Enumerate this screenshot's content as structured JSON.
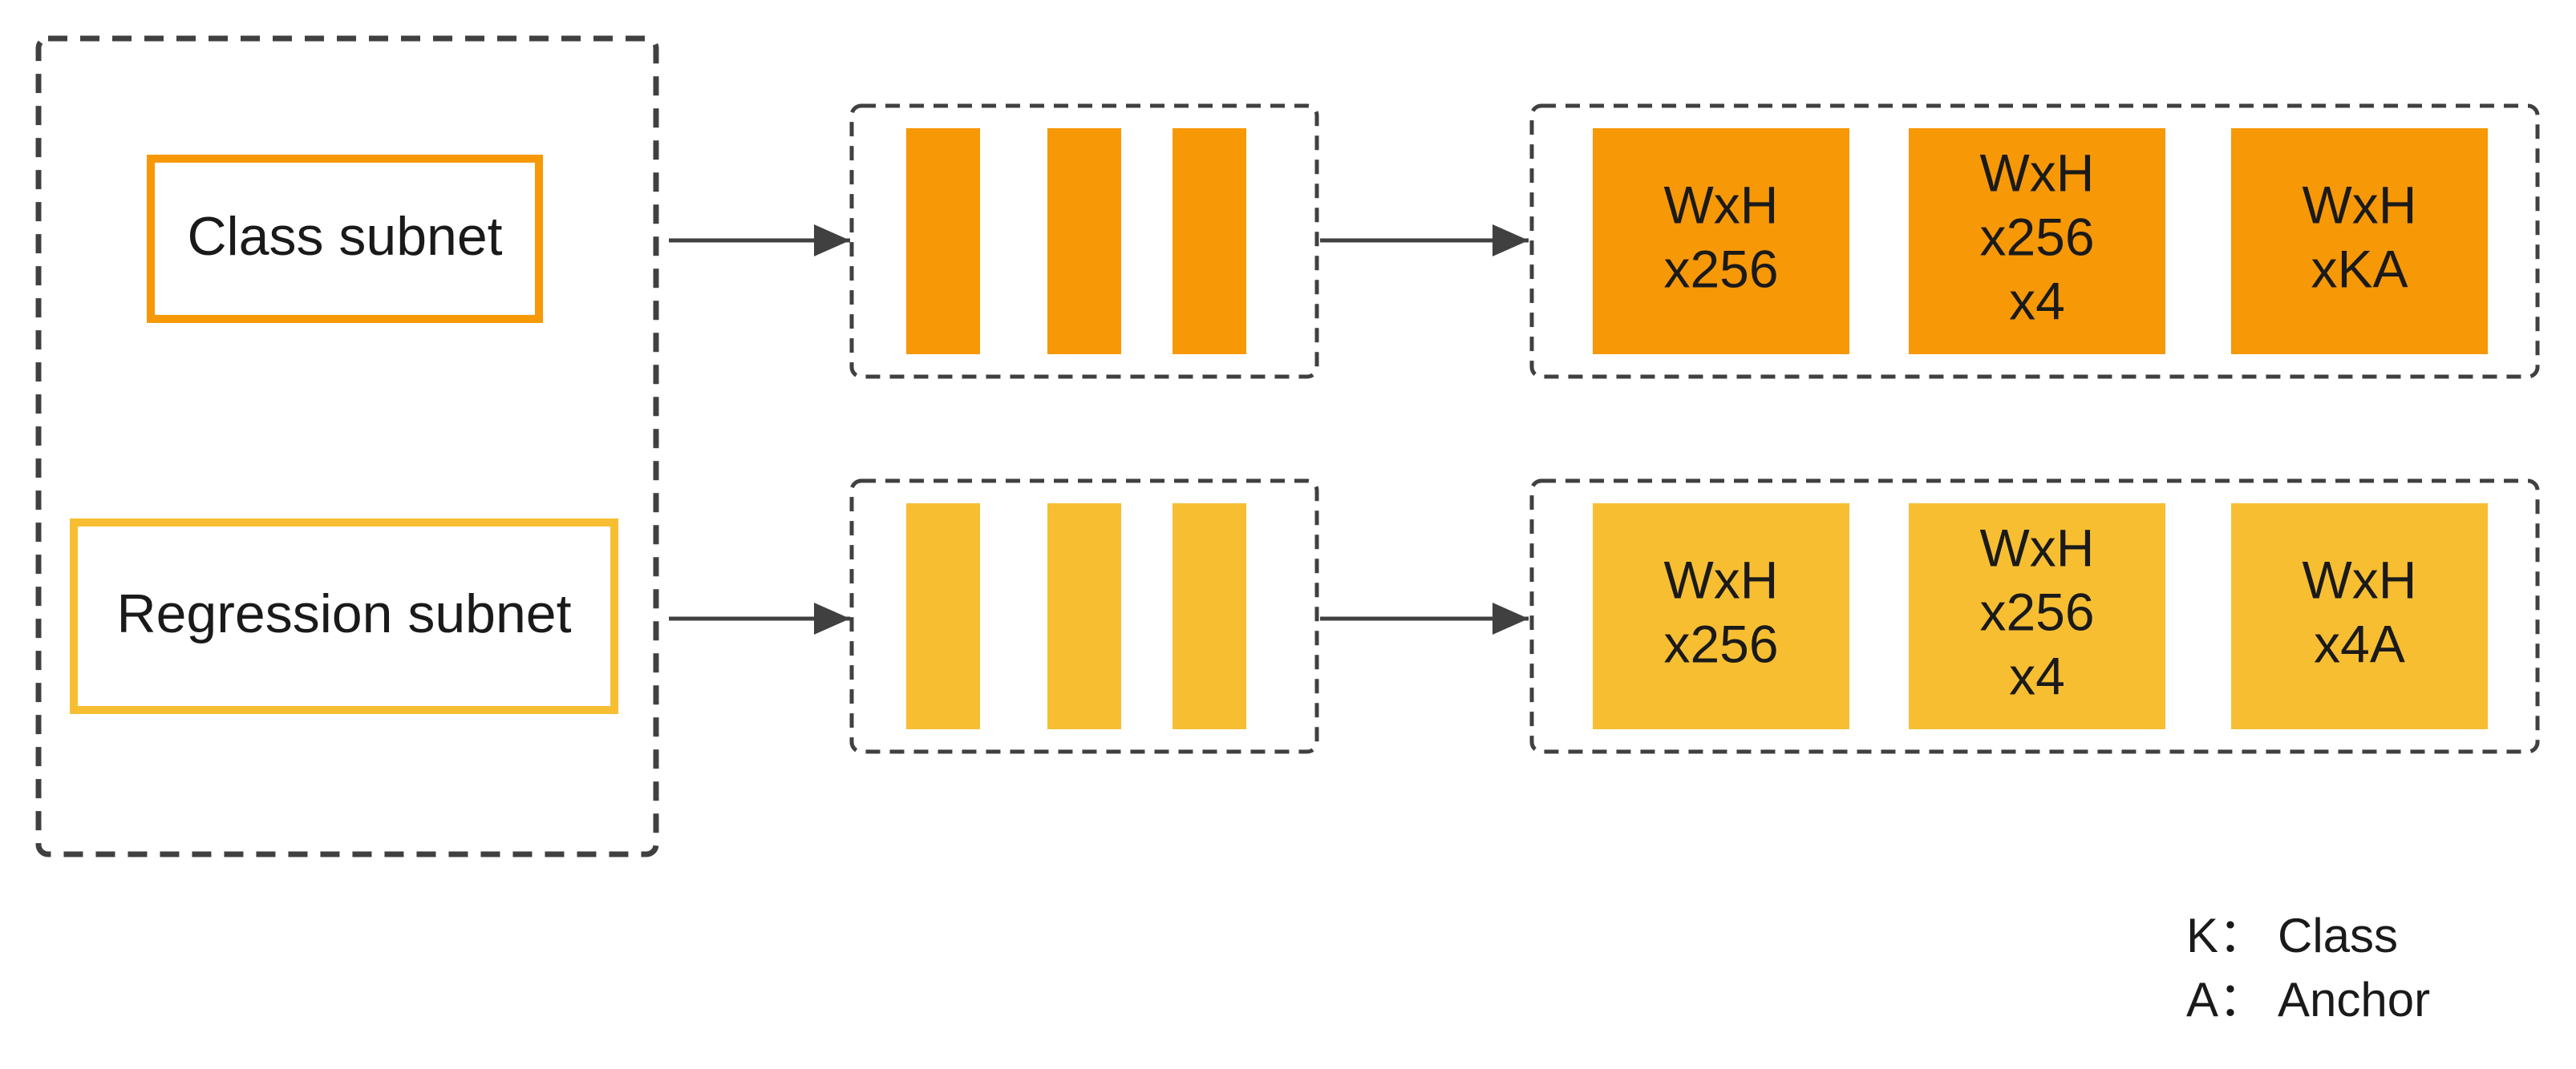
{
  "colors": {
    "class_orange": "#F79806",
    "regression_yellow": "#F7BE32",
    "dashed_border": "#404040",
    "arrow": "#404040",
    "text": "#1a1a1a"
  },
  "subnets": {
    "class": {
      "label": "Class subnet"
    },
    "regression": {
      "label": "Regression subnet"
    }
  },
  "class_outputs": [
    {
      "lines": [
        "WxH",
        "x256"
      ]
    },
    {
      "lines": [
        "WxH",
        "x256",
        "x4"
      ]
    },
    {
      "lines": [
        "WxH",
        "xKA"
      ]
    }
  ],
  "regression_outputs": [
    {
      "lines": [
        "WxH",
        "x256"
      ]
    },
    {
      "lines": [
        "WxH",
        "x256",
        "x4"
      ]
    },
    {
      "lines": [
        "WxH",
        "x4A"
      ]
    }
  ],
  "legend": [
    {
      "key": "K：",
      "value": "Class"
    },
    {
      "key": "A：",
      "value": "Anchor"
    }
  ]
}
